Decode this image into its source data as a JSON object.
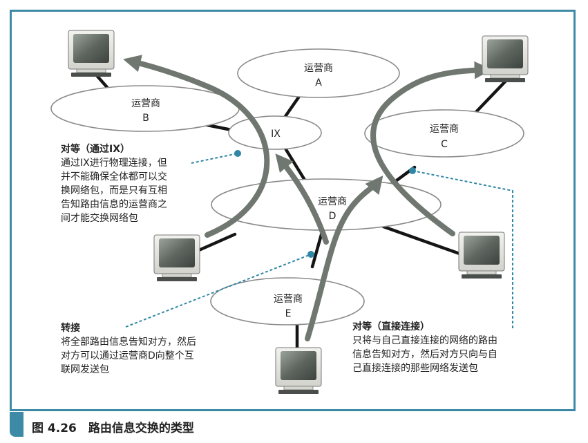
{
  "caption": "图 4.26　路由信息交换的类型",
  "isps": {
    "a": {
      "line1": "运营商",
      "line2": "A"
    },
    "b": {
      "line1": "运营商",
      "line2": "B"
    },
    "c": {
      "line1": "运营商",
      "line2": "C"
    },
    "d": {
      "line1": "运营商",
      "line2": "D"
    },
    "e": {
      "line1": "运营商",
      "line2": "E"
    }
  },
  "ix": "IX",
  "notes": {
    "peering_ix": {
      "title": "对等（通过IX）",
      "body": "通过IX进行物理连接，但\n并不能确保全体都可以交\n换网络包，而是只有互相\n告知路由信息的运营商之\n间才能交换网络包"
    },
    "transit": {
      "title": "转接",
      "body": "将全部路由信息告知对方，然后\n对方可以通过运营商D向整个互\n联网发送包"
    },
    "peering_direct": {
      "title": "对等（直接连接）",
      "body": "只将与自己直接连接的网络的路由\n信息告知对方，然后对方只向与自\n己直接连接的那些网络发送包"
    }
  },
  "colors": {
    "frame": "#3d8aa6",
    "leader": "#2f87a5",
    "arrow": "#6f7770",
    "link": "#151515",
    "ellipse_fill": "#ffffff",
    "ellipse_stroke": "#8a8a8a"
  }
}
